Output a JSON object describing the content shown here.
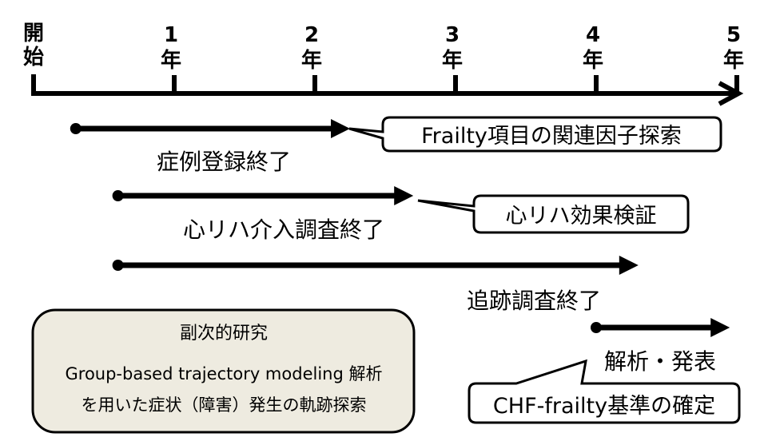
{
  "timeline": {
    "start_label_line1": "開",
    "start_label_line2": "始",
    "ticks": [
      {
        "number": "1",
        "unit": "年",
        "year": 1
      },
      {
        "number": "2",
        "unit": "年",
        "year": 2
      },
      {
        "number": "3",
        "unit": "年",
        "year": 3
      },
      {
        "number": "4",
        "unit": "年",
        "year": 4
      },
      {
        "number": "5",
        "unit": "年",
        "year": 5
      }
    ],
    "axis_range_years": [
      0,
      5
    ]
  },
  "phases": [
    {
      "label": "症例登録終了",
      "start_year": 0.3,
      "end_year": 2.25
    },
    {
      "label": "心リハ介入調査終了",
      "start_year": 0.6,
      "end_year": 2.7
    },
    {
      "label": "追跡調査終了",
      "start_year": 0.6,
      "end_year": 4.3
    },
    {
      "label": "解析・発表",
      "start_year": 4.0,
      "end_year": 4.95
    }
  ],
  "callouts": [
    {
      "text": "Frailty項目の関連因子探索",
      "target_phase": 0
    },
    {
      "text": "心リハ効果検証",
      "target_phase": 1
    },
    {
      "text": "CHF-frailty基準の確定",
      "target_phase": 3
    }
  ],
  "secondary_study": {
    "title": "副次的研究",
    "line1": "Group-based trajectory modeling 解析",
    "line2": "を用いた症状（障害）発生の軌跡探索",
    "fill_color": "#eeebe0"
  }
}
